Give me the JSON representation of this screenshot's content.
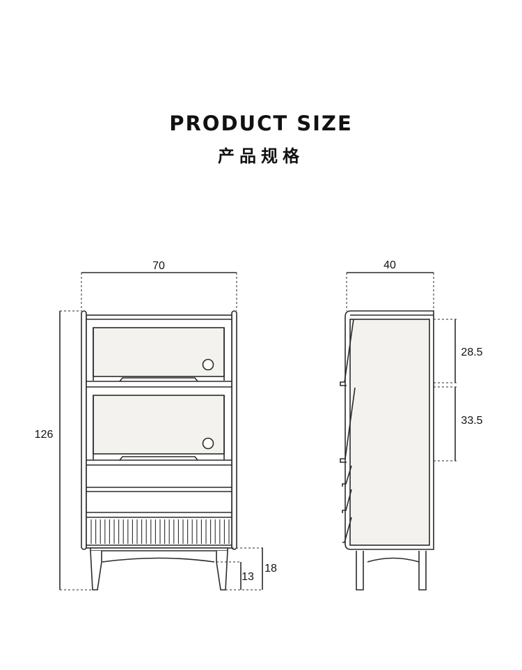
{
  "header": {
    "title_en": "PRODUCT SIZE",
    "title_cn": "产品规格"
  },
  "dimensions": {
    "front_width": "70",
    "total_height": "126",
    "leg_height": "13",
    "base_height": "18",
    "side_depth": "40",
    "upper_compartment": "28.5",
    "middle_compartment": "33.5"
  },
  "colors": {
    "line": "#2a2a2a",
    "panel_fill": "#f3f2ef",
    "cabinet_fill": "#ffffff"
  }
}
